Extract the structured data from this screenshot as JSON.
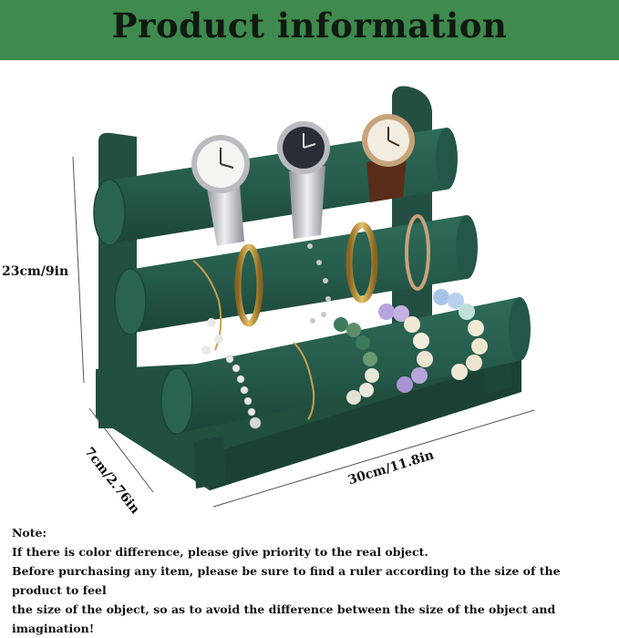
{
  "banner": {
    "title": "Product information",
    "color": "#3f8a4e"
  },
  "dimensions": {
    "height": "23cm/9in",
    "depth": "7cm/2.76in",
    "width": "30cm/11.8in"
  },
  "notes": {
    "heading": "Note:",
    "line1": "If there is color difference, please give priority to the real object.",
    "line2": "Before purchasing any item, please be sure to find a ruler according to the size of the product to feel",
    "line3": "the size of the object, so as to avoid the difference between the size of the object and imagination!"
  },
  "colors": {
    "velvet": "#275d4d",
    "velvet_dark": "#1d4a3d",
    "gold": "#c9a04a",
    "silver": "#c8c8cc"
  }
}
